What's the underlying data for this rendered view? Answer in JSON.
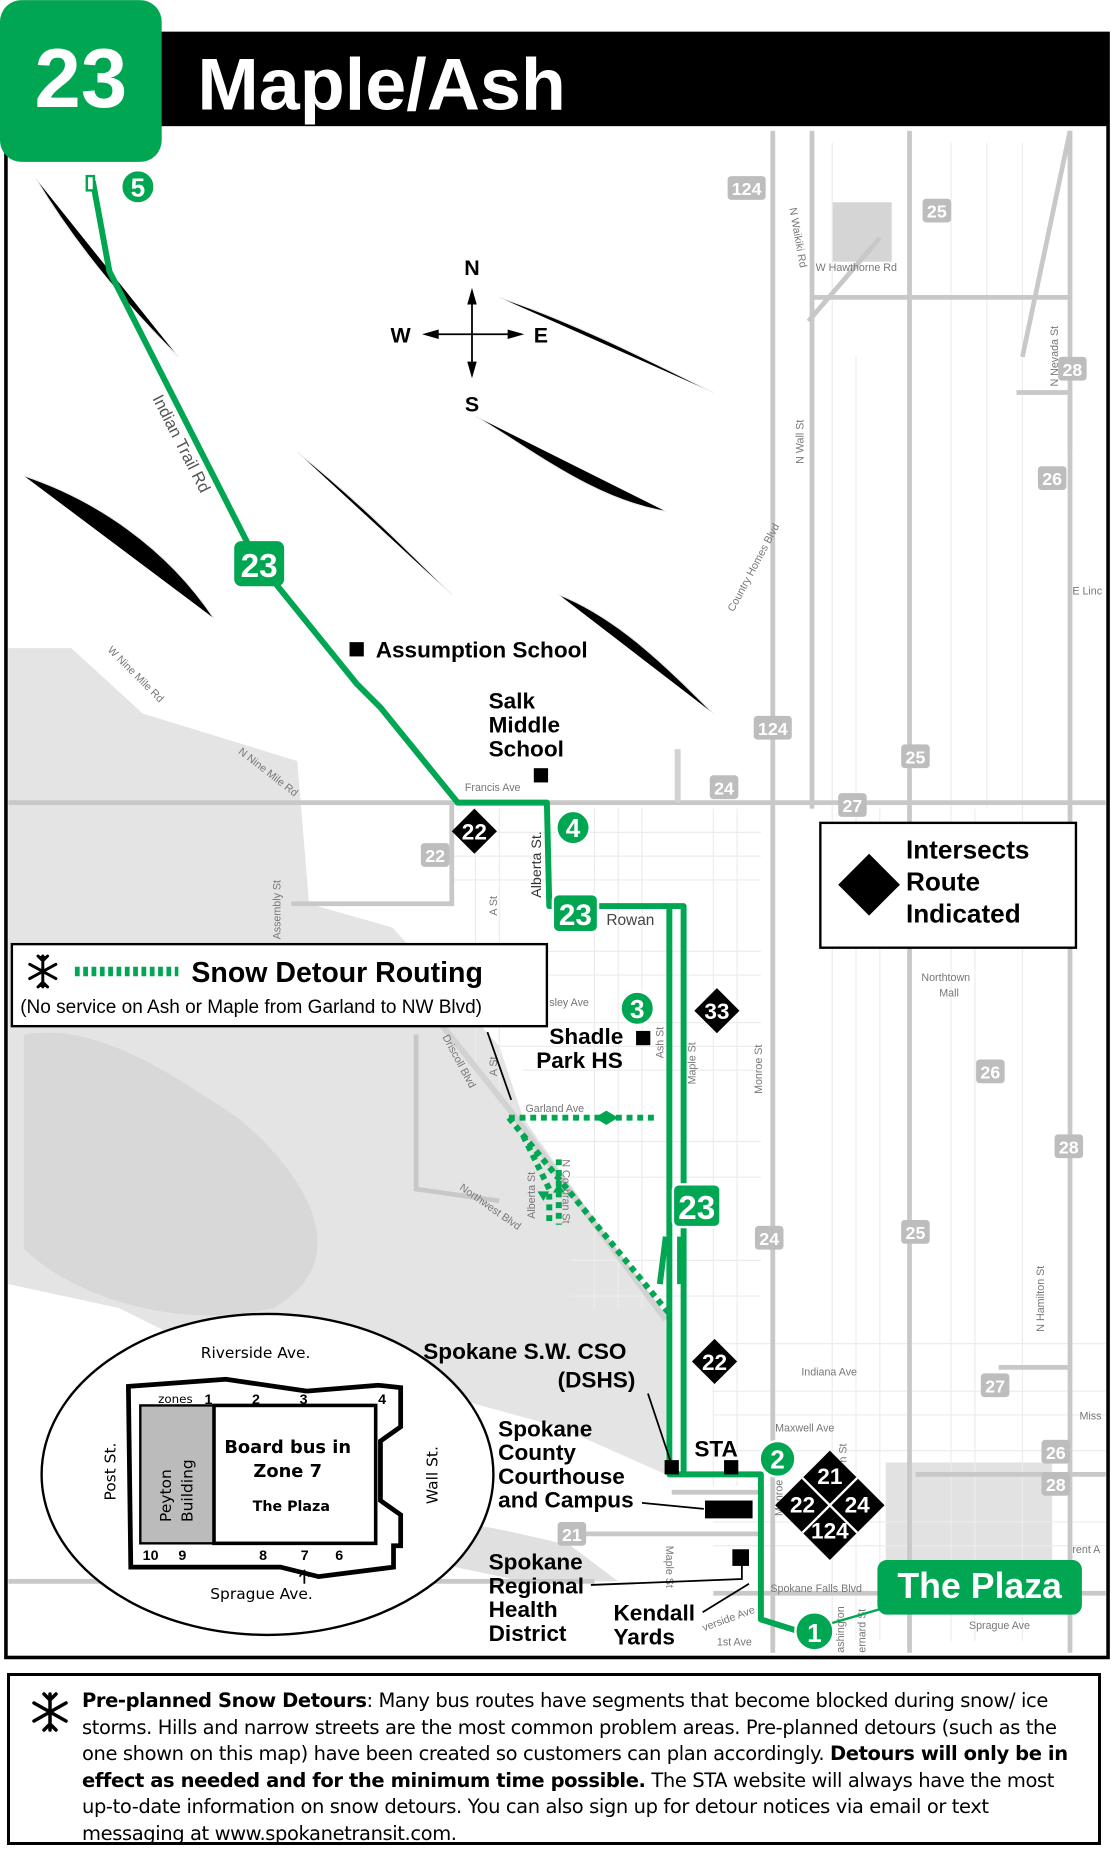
{
  "header": {
    "route_number": "23",
    "title": "Maple/Ash"
  },
  "compass": {
    "n": "N",
    "s": "S",
    "e": "E",
    "w": "W"
  },
  "colors": {
    "route": "#00a651",
    "black": "#000000",
    "shield_gray": "#bdbdbd"
  },
  "legend_intersects": {
    "text_lines": [
      "Intersects",
      "Route",
      "Indicated"
    ]
  },
  "legend_snow": {
    "title": "Snow Detour Routing",
    "note": "(No service on Ash or Maple from Garland to NW Blvd)",
    "icon": "snowflake-icon"
  },
  "landmarks": {
    "assumption": "Assumption School",
    "salk": [
      "Salk",
      "Middle",
      "School"
    ],
    "shadle": [
      "Shadle",
      "Park HS"
    ],
    "cso": [
      "Spokane S.W. CSO",
      "(DSHS)"
    ],
    "courthouse": [
      "Spokane",
      "County",
      "Courthouse",
      "and Campus"
    ],
    "srhd": [
      "Spokane",
      "Regional",
      "Health",
      "District"
    ],
    "kendall": [
      "Kendall",
      "Yards"
    ],
    "sta": "STA",
    "plaza": "The Plaza"
  },
  "timepoints": [
    "5",
    "4",
    "3",
    "2",
    "1"
  ],
  "route_markers": [
    "23",
    "23",
    "23"
  ],
  "intersecting_routes": {
    "d1": "22",
    "d2": "33",
    "d3": "22",
    "cluster": [
      "21",
      "22",
      "24",
      "124"
    ]
  },
  "shields": [
    "124",
    "25",
    "28",
    "26",
    "124",
    "25",
    "24",
    "27",
    "22",
    "26",
    "28",
    "24",
    "25",
    "27",
    "26",
    "28",
    "21"
  ],
  "streets": [
    "Indian Trail Rd",
    "W Hawthorne Rd",
    "N Waikiki Rd",
    "N Wall St",
    "Country Homes Blvd",
    "N Nevada St",
    "E Linc",
    "W Nine Mile Rd",
    "N Nine Mile Rd",
    "Francis Ave",
    "Assembly St",
    "A St",
    "Alberta St.",
    "Rowan",
    "sley Ave",
    "Ash St",
    "Maple St",
    "Monroe St",
    "Northtown",
    "Mall",
    "Driscoll Blvd",
    "A St",
    "Garland Ave",
    "Northwest Blvd",
    "Alberta St",
    "N Cochran St",
    "N Hamilton St",
    "Indiana Ave",
    "Maxwell Ave",
    "Spokane Falls Blvd",
    "Sprague Ave",
    "verside Ave",
    "1st Ave",
    "Maple St",
    "Miss",
    "rent A",
    "Monroe",
    "ashington",
    "ernard St",
    "n St"
  ],
  "inset": {
    "north": "Riverside Ave.",
    "south": "Sprague Ave.",
    "west": "Post St.",
    "east": "Wall St.",
    "zones_label": "zones",
    "zones": [
      "1",
      "2",
      "3",
      "4",
      "6",
      "7",
      "8",
      "9",
      "10"
    ],
    "building": [
      "Peyton",
      "Building"
    ],
    "board": [
      "Board bus in",
      "Zone 7"
    ],
    "plaza": "The Plaza"
  },
  "footer": {
    "bold1": "Pre-planned Snow Detours",
    "text1": ": Many bus routes have segments that become blocked during snow/ ice storms.  Hills and narrow streets are the most common problem areas.  Pre-planned detours (such as the one shown on this map) have been created so customers can plan accordingly. ",
    "bold2": "Detours will only be in effect as needed and for the minimum time possible.",
    "text2": " The STA website will always have the most up-to-date information on snow detours. You can also sign up for detour notices via email or text messaging at www.spokanetransit.com."
  }
}
